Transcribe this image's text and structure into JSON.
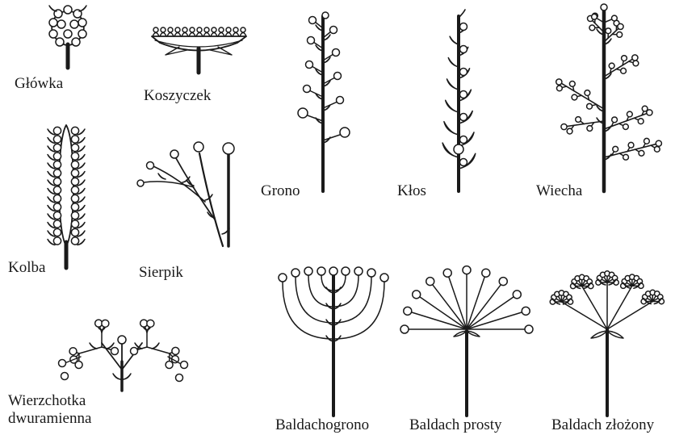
{
  "labels": {
    "glowka": "Główka",
    "koszyczek": "Koszyczek",
    "grono": "Grono",
    "klos": "Kłos",
    "wiecha": "Wiecha",
    "kolba": "Kolba",
    "sierpik": "Sierpik",
    "wierzchotka_line1": "Wierzchotka",
    "wierzchotka_line2": "dwuramienna",
    "baldachogrono": "Baldachogrono",
    "baldach_prosty": "Baldach prosty",
    "baldach_zlozony": "Baldach złożony"
  },
  "colors": {
    "ink": "#1a1a1a",
    "background": "#ffffff"
  }
}
